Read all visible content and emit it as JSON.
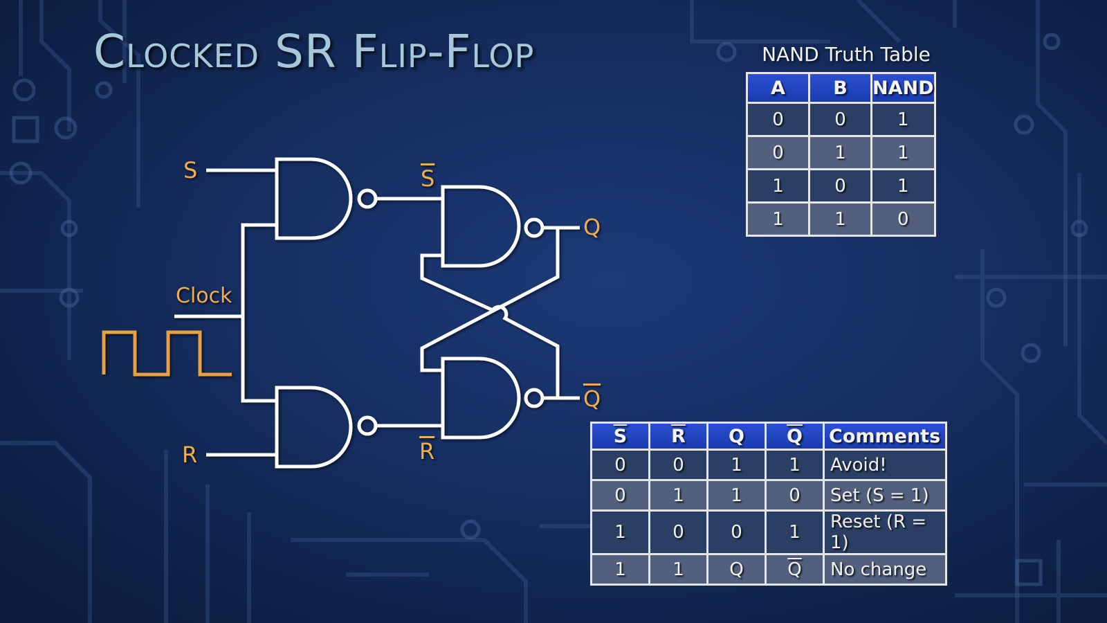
{
  "slide": {
    "title": "Clocked SR Flip-Flop"
  },
  "diagram": {
    "labels": {
      "s_input": "S",
      "r_input": "R",
      "clock": "Clock",
      "s_bar": "S",
      "r_bar": "R",
      "q": "Q",
      "q_bar": "Q"
    },
    "colors": {
      "label": "#f0ad4e",
      "wire": "#ffffff",
      "clock_wave": "#e8a040"
    },
    "gates": [
      {
        "id": "nand-s-clock",
        "type": "NAND",
        "inputs": [
          "S",
          "Clock"
        ],
        "output": "S̄"
      },
      {
        "id": "nand-r-clock",
        "type": "NAND",
        "inputs": [
          "Clock",
          "R"
        ],
        "output": "R̄"
      },
      {
        "id": "nand-latch-top",
        "type": "NAND",
        "inputs": [
          "S̄",
          "Q̄"
        ],
        "output": "Q"
      },
      {
        "id": "nand-latch-bottom",
        "type": "NAND",
        "inputs": [
          "Q",
          "R̄"
        ],
        "output": "Q̄"
      }
    ]
  },
  "nand_table": {
    "title": "NAND Truth Table",
    "headers": [
      "A",
      "B",
      "NAND"
    ],
    "rows": [
      [
        "0",
        "0",
        "1"
      ],
      [
        "0",
        "1",
        "1"
      ],
      [
        "1",
        "0",
        "1"
      ],
      [
        "1",
        "1",
        "0"
      ]
    ],
    "header_color": "#2347c4"
  },
  "sr_table": {
    "headers": [
      {
        "text": "S",
        "overline": true
      },
      {
        "text": "R",
        "overline": true
      },
      {
        "text": "Q",
        "overline": false
      },
      {
        "text": "Q",
        "overline": true
      },
      {
        "text": "Comments",
        "overline": false
      }
    ],
    "rows": [
      [
        {
          "t": "0"
        },
        {
          "t": "0"
        },
        {
          "t": "1"
        },
        {
          "t": "1"
        },
        {
          "t": "Avoid!"
        }
      ],
      [
        {
          "t": "0"
        },
        {
          "t": "1"
        },
        {
          "t": "1"
        },
        {
          "t": "0"
        },
        {
          "t": "Set (S = 1)"
        }
      ],
      [
        {
          "t": "1"
        },
        {
          "t": "0"
        },
        {
          "t": "0"
        },
        {
          "t": "1"
        },
        {
          "t": "Reset (R = 1)"
        }
      ],
      [
        {
          "t": "1"
        },
        {
          "t": "1"
        },
        {
          "t": "Q"
        },
        {
          "t": "Q",
          "overline": true
        },
        {
          "t": "No change"
        }
      ]
    ]
  }
}
